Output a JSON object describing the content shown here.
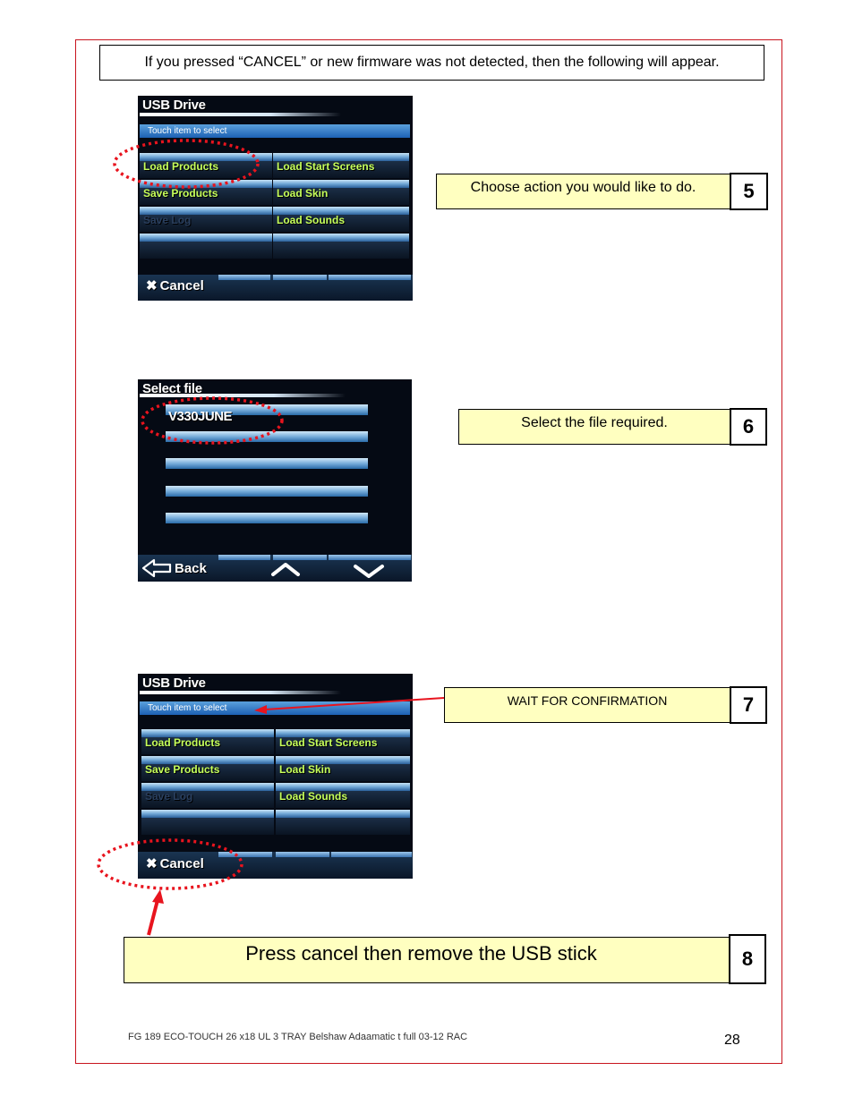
{
  "intro": "If you pressed “CANCEL” or new firmware was not detected, then the following will appear.",
  "screen1": {
    "title": "USB Drive",
    "bar_text": "Touch item to select",
    "items": [
      "Load Products",
      "Load Start Screens",
      "Save Products",
      "Load Skin",
      "Save Log",
      "Load Sounds"
    ],
    "cancel": "Cancel"
  },
  "screen2": {
    "title": "Select file",
    "file": "V330JUNE",
    "back": "Back"
  },
  "screen3": {
    "title": "USB Drive",
    "bar_text": "Touch item to select",
    "items": [
      "Load Products",
      "Load Start Screens",
      "Save Products",
      "Load Skin",
      "Save Log",
      "Load Sounds"
    ],
    "cancel": "Cancel"
  },
  "callouts": {
    "c5": "Choose action you would like to do.",
    "c6": "Select the file required.",
    "c7": "WAIT FOR CONFIRMATION",
    "c8": "Press cancel then remove the USB stick"
  },
  "steps": {
    "s5": "5",
    "s6": "6",
    "s7": "7",
    "s8": "8"
  },
  "footer": "FG 189 ECO-TOUCH 26 x18 UL 3 TRAY Belshaw Adaamatic t full 03-12 RAC",
  "page_number": "28",
  "colors": {
    "frame": "#c8141e",
    "callout_bg": "#ffffc0",
    "highlight_ring": "#e8141e",
    "menu_label": "#c6ff5a"
  }
}
